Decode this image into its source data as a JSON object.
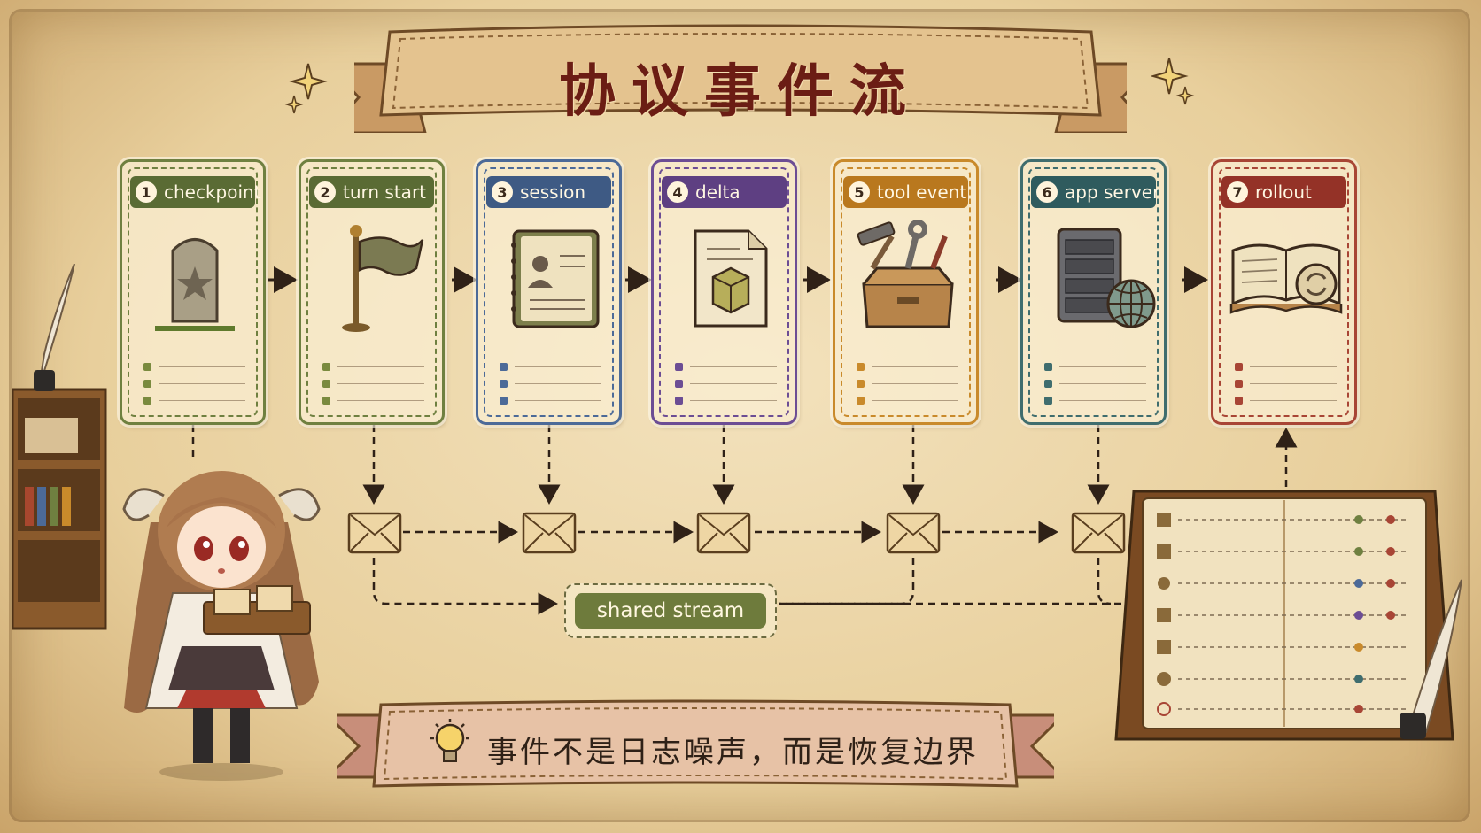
{
  "title": "协议事件流",
  "steps": [
    {
      "num": "1",
      "label": "checkpoint",
      "icon": "tombstone-icon",
      "color": "#5a6b34",
      "border": "#6f8040",
      "bullet": "#7a8a3e"
    },
    {
      "num": "2",
      "label": "turn start",
      "icon": "flag-icon",
      "color": "#5a6b34",
      "border": "#6f8040",
      "bullet": "#7a8a3e"
    },
    {
      "num": "3",
      "label": "session",
      "icon": "contact-book-icon",
      "color": "#3e5a84",
      "border": "#4c6a98",
      "bullet": "#4c6a98"
    },
    {
      "num": "4",
      "label": "delta",
      "icon": "document-cube-icon",
      "color": "#5e3f82",
      "border": "#6c4d94",
      "bullet": "#6c4d94"
    },
    {
      "num": "5",
      "label": "tool event",
      "icon": "toolbox-icon",
      "color": "#b9781e",
      "border": "#c98a2b",
      "bullet": "#c98a2b"
    },
    {
      "num": "6",
      "label": "app server",
      "icon": "server-globe-icon",
      "color": "#2f5b5e",
      "border": "#3f6d6e",
      "bullet": "#3f6d6e"
    },
    {
      "num": "7",
      "label": "rollout",
      "icon": "book-refresh-icon",
      "color": "#943227",
      "border": "#a84535",
      "bullet": "#a84535"
    }
  ],
  "shared_stream_label": "shared stream",
  "bottom_banner_text": "事件不是日志噪声，而是恢复边界",
  "colors": {
    "title_red": "#6b1d14",
    "parchment": "#f3e2bd",
    "ink": "#3b2a1c",
    "stream_green": "#6e7b3c"
  }
}
